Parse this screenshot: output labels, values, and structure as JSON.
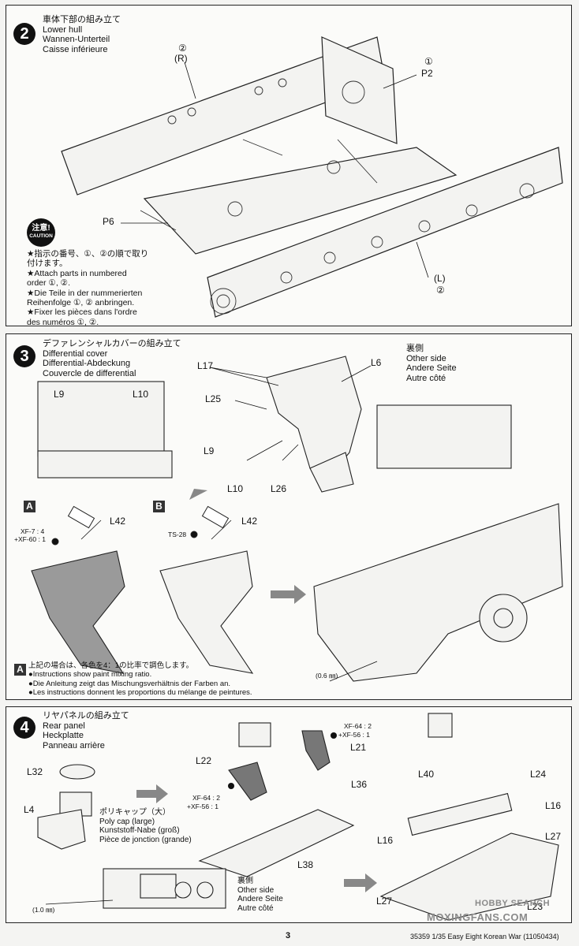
{
  "step2": {
    "number": "2",
    "title": [
      "車体下部の組み立て",
      "Lower hull",
      "Wannen-Unterteil",
      "Caisse inférieure"
    ],
    "labels": {
      "part_2_num": "②",
      "part_2_side": "(R)",
      "part_1_num": "①",
      "p2": "P2",
      "p6": "P6",
      "left_side": "(L)",
      "left_num": "②"
    },
    "caution": {
      "jp": "注意!",
      "en": "CAUTION",
      "notes": [
        "★指示の番号、①、②の順で取り",
        "付けます。",
        "★Attach parts in numbered",
        "order ①, ②.",
        "★Die Teile in der nummerierten",
        "Reihenfolge ①, ② anbringen.",
        "★Fixer les pièces dans l'ordre",
        "des numéros ①, ②."
      ]
    }
  },
  "step3": {
    "number": "3",
    "title": [
      "デファレンシャルカバーの組み立て",
      "Differential cover",
      "Differential-Abdeckung",
      "Couvercle de differential"
    ],
    "other_side": [
      "裏側",
      "Other side",
      "Andere Seite",
      "Autre côté"
    ],
    "labels": {
      "l9_a": "L9",
      "l10_a": "L10",
      "l17": "L17",
      "l6": "L6",
      "l25": "L25",
      "l9_b": "L9",
      "l10_b": "L10",
      "l26": "L26",
      "a": "A",
      "b": "B",
      "l42_a": "L42",
      "l42_b": "L42",
      "paint_a1": "XF-7 : 4",
      "paint_a2": "+XF-60 : 1",
      "paint_b": "TS-28",
      "wire": "(0.6 ㎜)"
    },
    "notes_badge": "A",
    "notes": [
      "上記の場合は、各色を4：1の比率で調色します。",
      "●Instructions show paint mixing ratio.",
      "●Die Anleitung zeigt das Mischungsverhältnis der Farben an.",
      "●Les instructions donnent les proportions du mélange de peintures."
    ]
  },
  "step4": {
    "number": "4",
    "title": [
      "リヤパネルの組み立て",
      "Rear panel",
      "Heckplatte",
      "Panneau arrière"
    ],
    "polycap": [
      "ポリキャップ（大）",
      "Poly cap (large)",
      "Kunststoff-Nabe (groß)",
      "Pièce de jonction (grande)"
    ],
    "other_side": [
      "裏側",
      "Other side",
      "Andere Seite",
      "Autre côté"
    ],
    "labels": {
      "l32": "L32",
      "l4": "L4",
      "l22": "L22",
      "l21": "L21",
      "l36": "L36",
      "l38": "L38",
      "l40": "L40",
      "l24": "L24",
      "l16_a": "L16",
      "l16_b": "L16",
      "l27_a": "L27",
      "l27_b": "L27",
      "l23": "L23",
      "paint_r1": "XF-64 : 2",
      "paint_r2": "+XF-56 : 1",
      "paint_l1": "XF-64 : 2",
      "paint_l2": "+XF-56 : 1",
      "wire": "(1.0 ㎜)"
    }
  },
  "footer": {
    "page": "3",
    "code": "35359 1/35 Easy Eight Korean War (11050434)"
  },
  "watermark": {
    "site": "MOXINGFANS.COM",
    "brand": "HOBBY SEARCH"
  }
}
